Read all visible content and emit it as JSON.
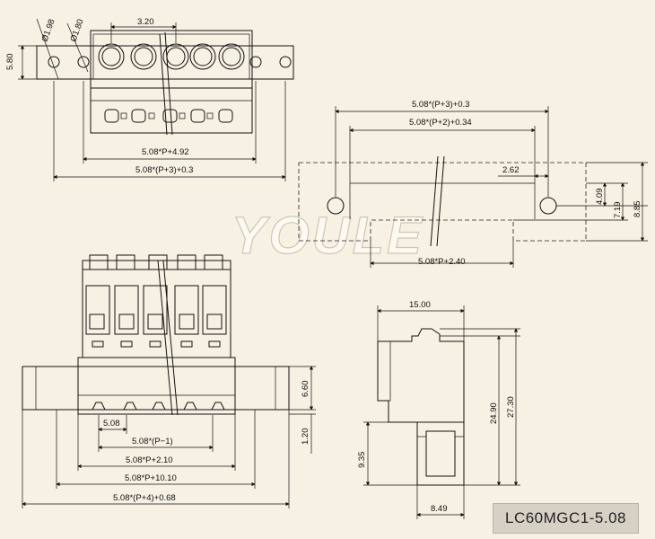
{
  "watermark": "YOULE",
  "model": "LC60MGC1-5.08",
  "top_view": {
    "dia1": "Ø1.98",
    "dia2": "Ø1.80",
    "pitch": "3.20",
    "height": "5.80",
    "len1": "5.08*P+4.92",
    "len2": "5.08*(P+3)+0.3"
  },
  "panel_cutout": {
    "outer": "5.08*(P+3)+0.3",
    "inner": "5.08*(P+2)+0.34",
    "offset": "2.62",
    "h1": "4.09",
    "h2": "7.19",
    "h3": "8.85",
    "bottom": "5.08*P+2.40"
  },
  "front_view": {
    "pitch": "5.08",
    "d1": "5.08*(P−1)",
    "d2": "5.08*P+2.10",
    "d3": "5.08*P+10.10",
    "d4": "5.08*(P+4)+0.68",
    "h1": "6.60",
    "h2": "1.20"
  },
  "side_view": {
    "width": "15.00",
    "h1": "24.90",
    "h2": "27.30",
    "h3": "9.35",
    "bottom": "8.49"
  }
}
